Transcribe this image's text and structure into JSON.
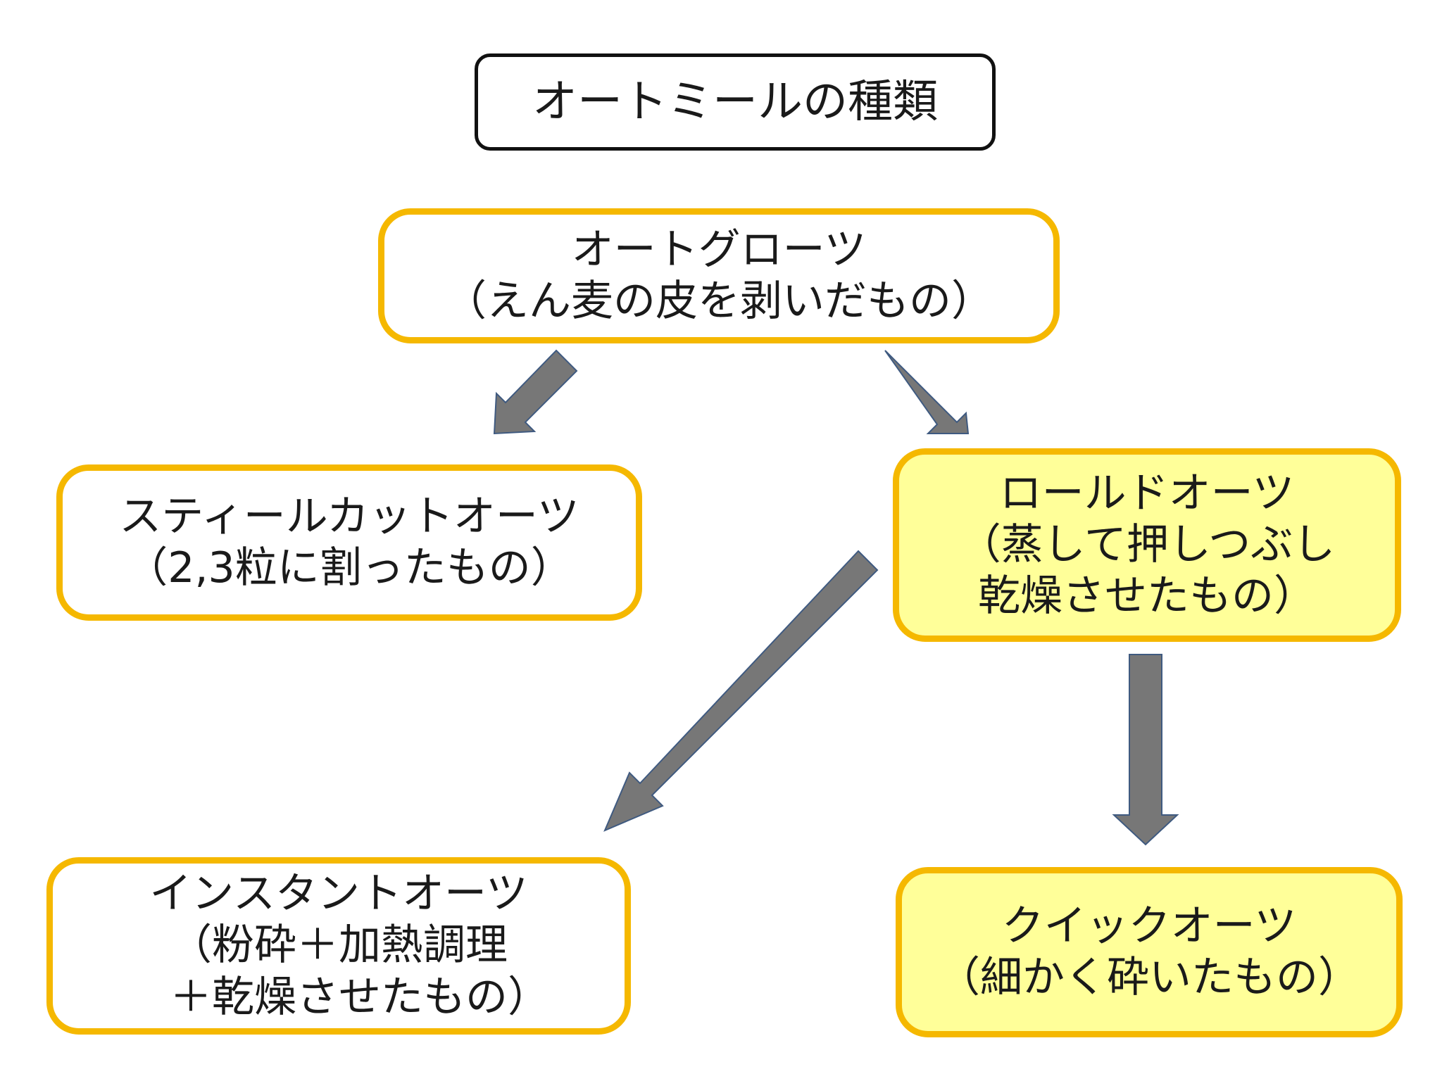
{
  "title": "オートミールの種類",
  "nodes": {
    "oat_groats": {
      "name": "オートグローツ",
      "desc": "（えん麦の皮を剥いだもの）"
    },
    "steel_cut": {
      "name": "スティールカットオーツ",
      "desc": "（2,3粒に割ったもの）"
    },
    "rolled_oats": {
      "name": "ロールドオーツ",
      "desc_line1": "（蒸して押しつぶし",
      "desc_line2": "乾燥させたもの）"
    },
    "instant_oats": {
      "name": "インスタントオーツ",
      "desc_line1": "（粉砕＋加熱調理",
      "desc_line2": "＋乾燥させたもの）"
    },
    "quick_oats": {
      "name": "クイックオーツ",
      "desc": "（細かく砕いたもの）"
    }
  },
  "colors": {
    "box_border": "#f5b800",
    "highlight_fill": "#ffff99",
    "arrow_fill": "#777777",
    "arrow_outline": "#3f5a80",
    "title_border": "#111111"
  }
}
